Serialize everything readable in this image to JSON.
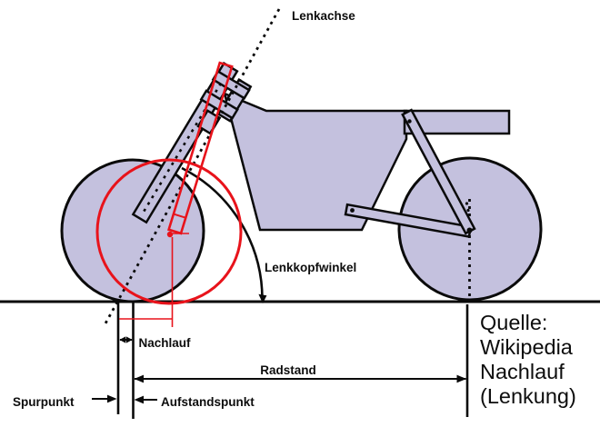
{
  "diagram": {
    "labels": {
      "lenkachse": "Lenkachse",
      "lenkkopfwinkel": "Lenkkopfwinkel",
      "nachlauf": "Nachlauf",
      "radstand": "Radstand",
      "spurpunkt": "Spurpunkt",
      "aufstandspunkt": "Aufstandspunkt"
    },
    "source": {
      "lines": [
        "Quelle:",
        "Wikipedia",
        "Nachlauf",
        "(Lenkung)"
      ]
    },
    "colors": {
      "body_fill": "#c4c1de",
      "outline": "#0a0a0a",
      "highlight": "#e8131b",
      "background": "#ffffff"
    }
  }
}
